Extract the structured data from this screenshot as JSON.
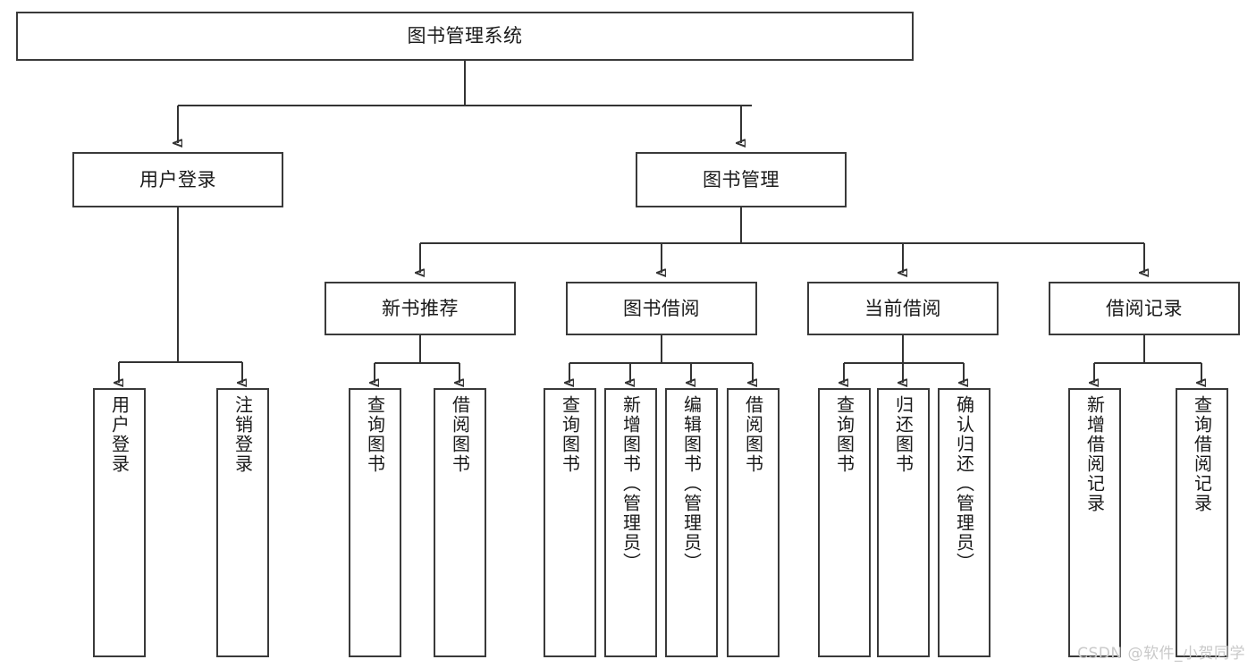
{
  "diagram": {
    "title": "图书管理系统",
    "type": "function-hierarchy-tree",
    "root": {
      "label": "图书管理系统"
    },
    "level2": [
      {
        "label": "用户登录"
      },
      {
        "label": "图书管理"
      }
    ],
    "level3": [
      {
        "label": "新书推荐"
      },
      {
        "label": "图书借阅"
      },
      {
        "label": "当前借阅"
      },
      {
        "label": "借阅记录"
      }
    ],
    "leaves": {
      "user_login": [
        {
          "label": "用户登录"
        },
        {
          "label": "注销登录"
        }
      ],
      "new_book_recommend": [
        {
          "label": "查询图书"
        },
        {
          "label": "借阅图书"
        }
      ],
      "book_borrow": [
        {
          "label": "查询图书"
        },
        {
          "label": "新增图书（管理员）"
        },
        {
          "label": "编辑图书（管理员）"
        },
        {
          "label": "借阅图书"
        }
      ],
      "current_borrow": [
        {
          "label": "查询图书"
        },
        {
          "label": "归还图书"
        },
        {
          "label": "确认归还（管理员）"
        }
      ],
      "borrow_record": [
        {
          "label": "新增借阅记录"
        },
        {
          "label": "查询借阅记录"
        }
      ]
    }
  },
  "watermark": {
    "text": "CSDN @软件_小贺同学"
  },
  "colors": {
    "box_border": "#3a3a3a",
    "wire": "#333333",
    "text": "#1a1a1a",
    "background": "#ffffff",
    "watermark": "#c9c9c9"
  }
}
